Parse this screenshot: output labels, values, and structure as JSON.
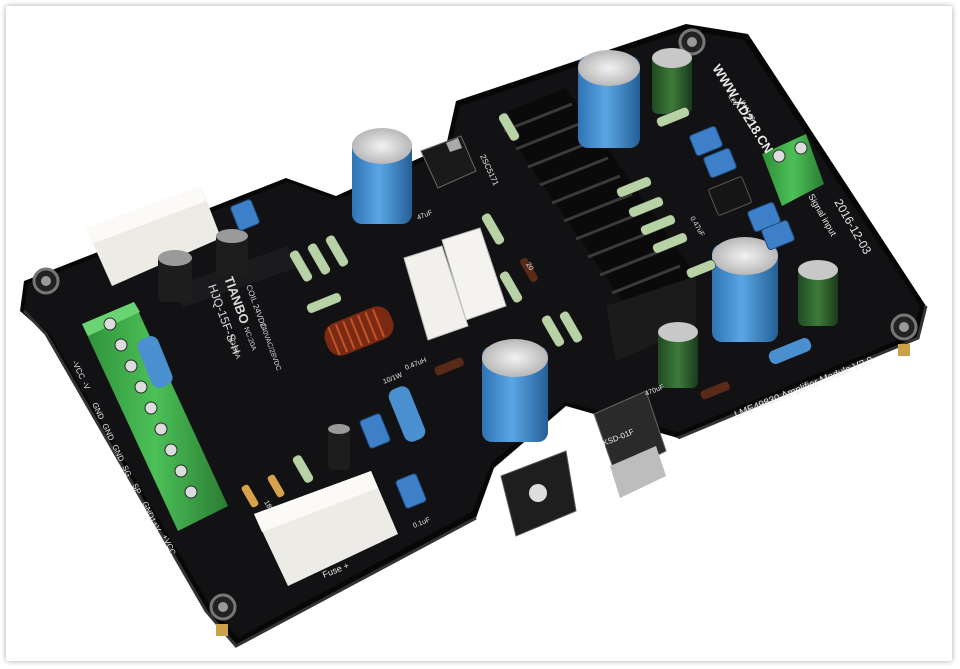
{
  "board": {
    "url": "WWW.XD218.CN",
    "date": "2016-12-03",
    "model": "LME49830 Amplifier Module V2.0",
    "signal_input": "Signal input",
    "fuse": "Fuse +",
    "transistor_top": "2SC5171",
    "diode_label": "KSD-01F"
  },
  "relay": {
    "brand": "TIANBO",
    "model": "HJQ-15F-S-H",
    "coil": "COIL 24VDC",
    "no": "NO:30A",
    "nc": "NC:20A",
    "rating": "240VAC/28VDC"
  },
  "power_terminal": {
    "pins": [
      "-VCC",
      "-V",
      "GND",
      "GND",
      "GND",
      "SG",
      "SP",
      "GND1",
      "+V",
      "+VCC"
    ]
  },
  "silk_labels": {
    "cap_47uf": "47uF",
    "cap_470uf": "470uF",
    "ind": "0.47uH",
    "res_10": "10/1W",
    "cap_01uf": "0.1uF",
    "volt_12": "12V",
    "diode_in": "IN4148",
    "zener_18": "18V",
    "cap_047": "0.47uF",
    "r_20": "20"
  },
  "colors": {
    "pcb": "#0b0b0c",
    "terminal_green": "#3fae4a",
    "cap_blue": "#3d8fd1",
    "heatsink": "#141414"
  }
}
